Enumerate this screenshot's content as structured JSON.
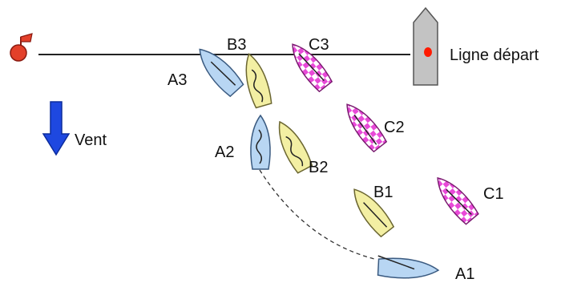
{
  "labels": {
    "start_line": "Ligne départ",
    "wind": "Vent",
    "boats": {
      "A1": "A1",
      "A2": "A2",
      "A3": "A3",
      "B1": "B1",
      "B2": "B2",
      "B3": "B3",
      "C1": "C1",
      "C2": "C2",
      "C3": "C3"
    }
  },
  "colors": {
    "team_a": "#b8d6f3",
    "team_b": "#f3efa3",
    "team_c": "#e84ad8",
    "wind_arrow": "#1e48e0",
    "pin_buoy": "#e3402a",
    "committee_boat": "#c3c3c3",
    "committee_light": "#ff1a00"
  },
  "icons": {
    "pin_end": "buoy-flag-icon",
    "committee_end": "committee-boat-icon",
    "wind": "arrow-down-icon"
  }
}
